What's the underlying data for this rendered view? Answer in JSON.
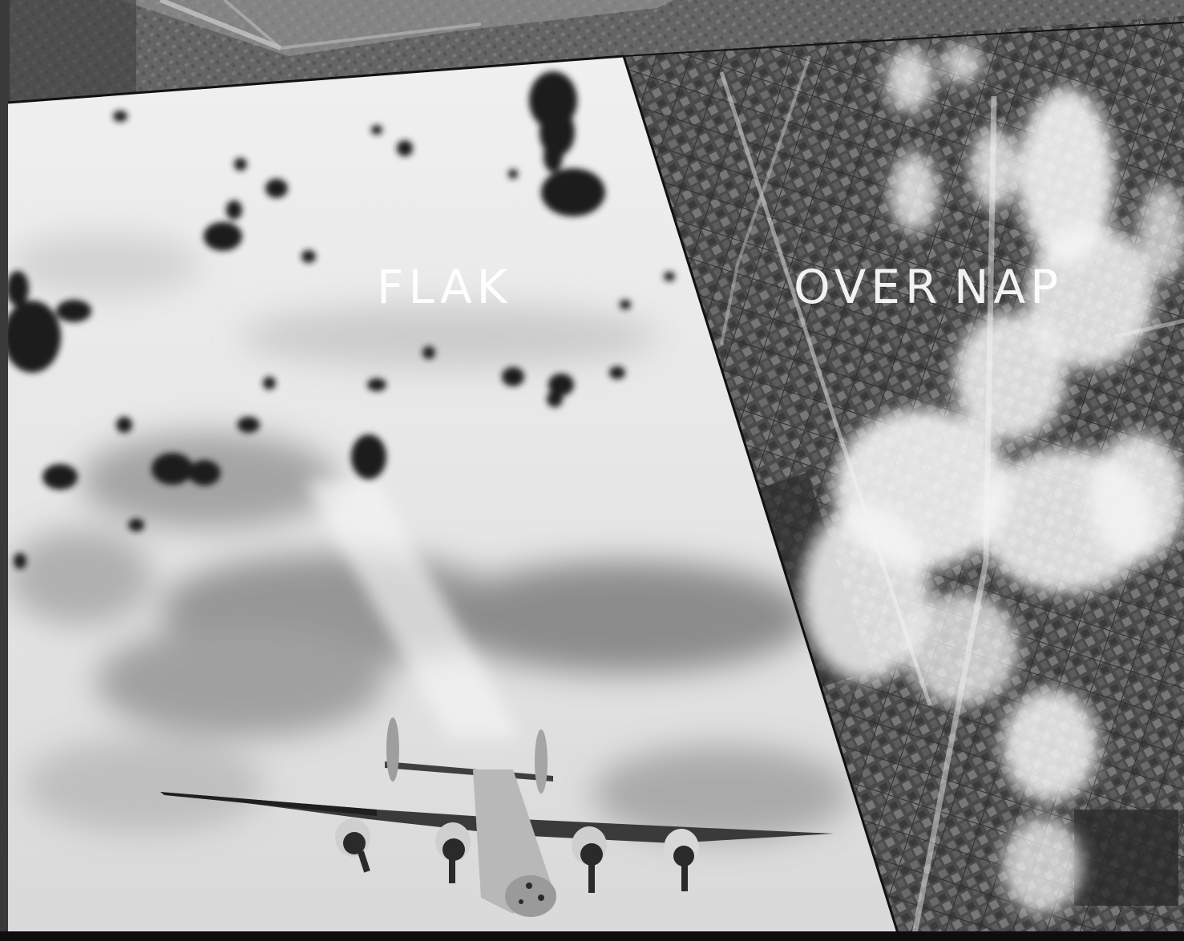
{
  "headline": {
    "word_1": "FLAK",
    "word_2": "OVER",
    "word_3": "NAP"
  },
  "colors": {
    "sky": "#e9e9e9",
    "city": "#4a4a4a",
    "flak": "#1c1c1c",
    "smoke": "#f2f2f2"
  }
}
